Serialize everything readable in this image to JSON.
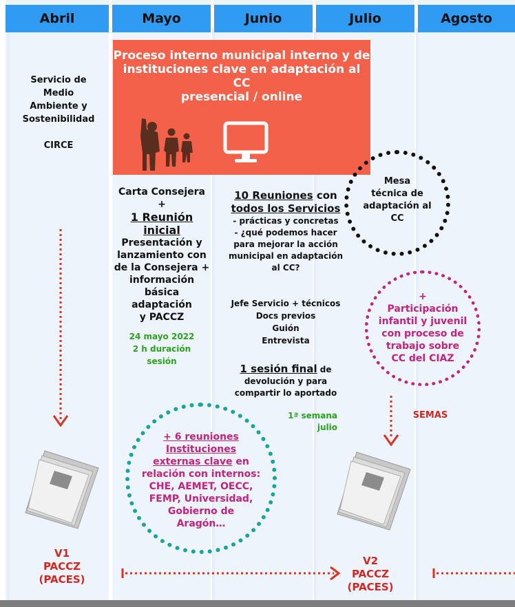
{
  "months": [
    "Abril",
    "Mayo",
    "Junio",
    "Julio",
    "Agosto"
  ],
  "actors": {
    "service": [
      "Servicio de",
      "Medio",
      "Ambiente y",
      "Sostenibilidad"
    ],
    "circe": "CIRCE"
  },
  "process": {
    "title_lines": [
      "Proceso interno municipal interno y de",
      "instituciones clave en adaptación al CC",
      "presencial / online"
    ]
  },
  "carta": {
    "line1": "Carta Consejera",
    "plus": "+",
    "reunion_title_1": "1 Reunión",
    "reunion_title_2": "inicial",
    "desc_lines": [
      "Presentación y",
      "lanzamiento con",
      "de la Consejera +",
      "información",
      "básica adaptación",
      "y PACCZ"
    ],
    "date_lines": [
      "24 mayo 2022",
      "2 h duración",
      "sesión"
    ]
  },
  "reuniones": {
    "title_lines": [
      "10 Reuniones",
      " con",
      "todos los Servicios"
    ],
    "bullets": [
      "- prácticas y concretas",
      "- ¿qué podemos hacer",
      "para mejorar la acción",
      "municipal en adaptación",
      "al CC?"
    ],
    "method_lines": [
      "Jefe Servicio + técnicos",
      "Docs previos",
      "Guión",
      "Entrevista"
    ],
    "final_title": "1 sesión final",
    "final_de": " de",
    "final_lines": [
      "devolución y para",
      "compartir lo aportado"
    ],
    "final_date": [
      "1ª semana",
      "julio"
    ]
  },
  "mesa": {
    "lines": [
      "Mesa",
      "técnica de",
      "adaptación al",
      "CC"
    ]
  },
  "participacion": {
    "lines": [
      "+",
      "Participación",
      "infantil y juvenil",
      "con proceso de",
      "trabajo sobre",
      "CC del CIAZ"
    ],
    "semas": "SEMAS"
  },
  "externas": {
    "line1": "+ 6 reuniones",
    "line2": "Instituciones",
    "line3a": "externas clave",
    "line3b": " en",
    "rest": [
      "relación con internos:",
      "CHE, AEMET, OECC,",
      "FEMP, Universidad,",
      "Gobierno de",
      "Aragón…"
    ]
  },
  "v1": {
    "lines": [
      "V1",
      "PACCZ",
      "(PACES)"
    ]
  },
  "v2": {
    "lines": [
      "V2",
      "PACCZ",
      "(PACES)"
    ]
  },
  "colors": {
    "month_header": "#2f9bf3",
    "process_box": "#f4614b",
    "green": "#2aa41e",
    "magenta": "#c4237d",
    "red": "#d7261f",
    "teal": "#16a697"
  },
  "icons": [
    "people-icon",
    "monitor-icon",
    "document-icon"
  ]
}
